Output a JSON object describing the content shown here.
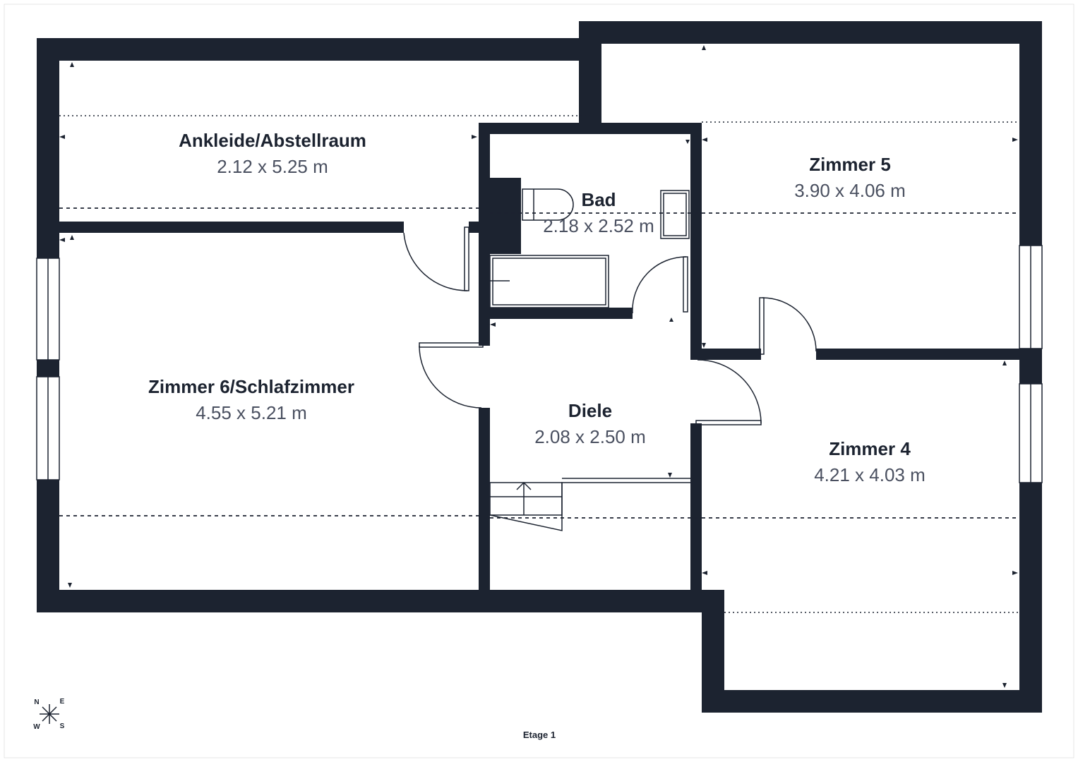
{
  "floor": {
    "label": "Etage 1"
  },
  "compass": {
    "n": "N",
    "e": "E",
    "s": "S",
    "w": "W"
  },
  "rooms": {
    "ankleide": {
      "name": "Ankleide/Abstellraum",
      "dims": "2.12 x 5.25 m"
    },
    "zimmer5": {
      "name": "Zimmer 5",
      "dims": "3.90 x 4.06 m"
    },
    "bad": {
      "name": "Bad",
      "dims": "2.18 x 2.52 m"
    },
    "zimmer6": {
      "name": "Zimmer 6/Schlafzimmer",
      "dims": "4.55 x 5.21 m"
    },
    "diele": {
      "name": "Diele",
      "dims": "2.08 x 2.50 m"
    },
    "zimmer4": {
      "name": "Zimmer 4",
      "dims": "4.21 x 4.03 m"
    }
  },
  "colors": {
    "wall": "#1c2330",
    "dim_text": "#4a5060"
  }
}
